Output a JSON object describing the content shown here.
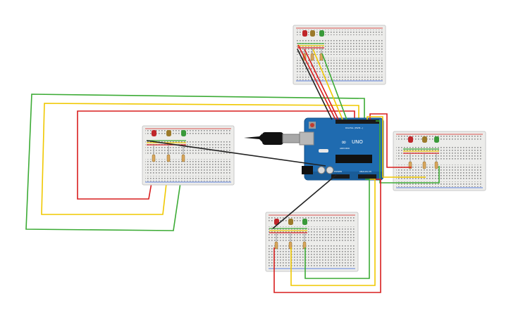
{
  "arduino": {
    "logo": "∞",
    "model_label": "UNO",
    "brand_label": "ARDUINO",
    "digital_label": "DIGITAL (PWM~)",
    "power_label": "POWER",
    "analog_label": "ANALOG IN"
  },
  "colors": {
    "red_wire": "#d81e1e",
    "yellow_wire": "#f0c800",
    "green_wire": "#3cab35",
    "black_wire": "#222222",
    "board_blue": "#1f6bb0",
    "breadboard": "#ececea",
    "led_red": "#c0262a",
    "led_yellow": "#9c7a2a",
    "led_green": "#3a9a3a"
  },
  "breadboards": [
    {
      "name": "top"
    },
    {
      "name": "left"
    },
    {
      "name": "right"
    },
    {
      "name": "bottom"
    }
  ]
}
